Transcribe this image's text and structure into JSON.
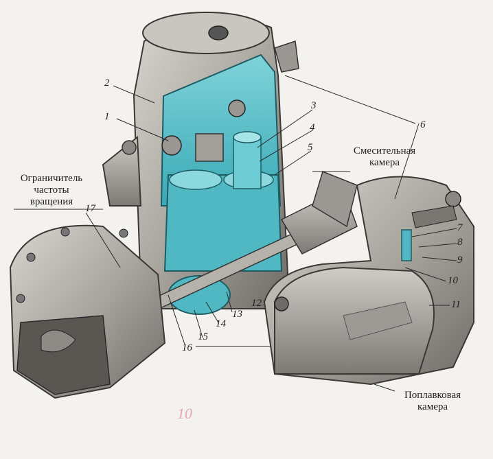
{
  "captions": {
    "rev_limiter": [
      "Ограничитель",
      "частоты",
      "вращения"
    ],
    "mixing_chamber": [
      "Смесительная",
      "камера"
    ],
    "float_chamber": [
      "Поплавковая",
      "камера"
    ]
  },
  "callouts": [
    "1",
    "2",
    "3",
    "4",
    "5",
    "6",
    "7",
    "8",
    "9",
    "10",
    "11",
    "12",
    "13",
    "14",
    "15",
    "16",
    "17"
  ],
  "page_mark": "10",
  "colors": {
    "cutaway": "#5ec3cc",
    "metal": "#b9b6b0",
    "metal_dark": "#6d6a66",
    "ink": "#2a2a2a"
  }
}
